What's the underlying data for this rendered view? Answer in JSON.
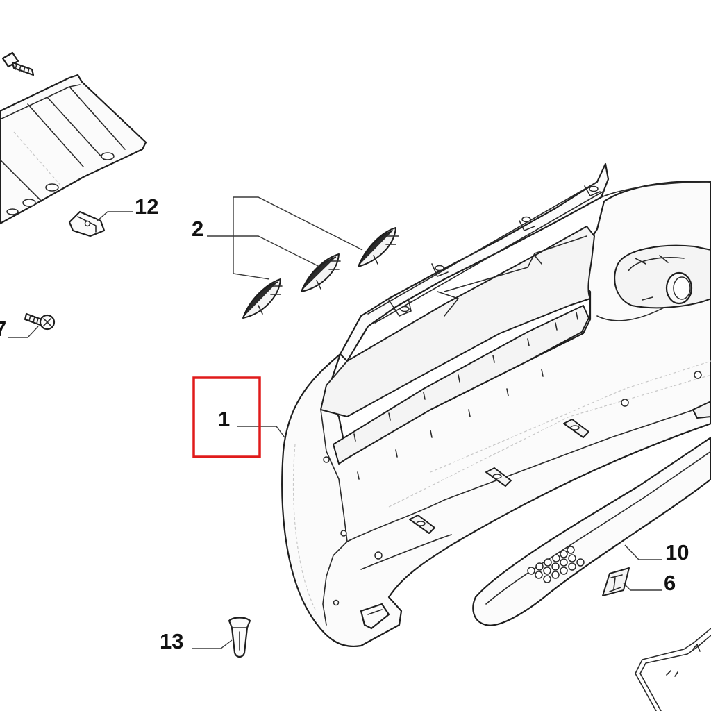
{
  "diagram": {
    "callouts": {
      "c1": "1",
      "c2": "2",
      "c6": "6",
      "c7": "7",
      "c10": "10",
      "c12": "12",
      "c13": "13"
    },
    "highlighted_callout": "1",
    "highlight_color": "#e01b1b",
    "line_color": "#1e1e1e"
  }
}
